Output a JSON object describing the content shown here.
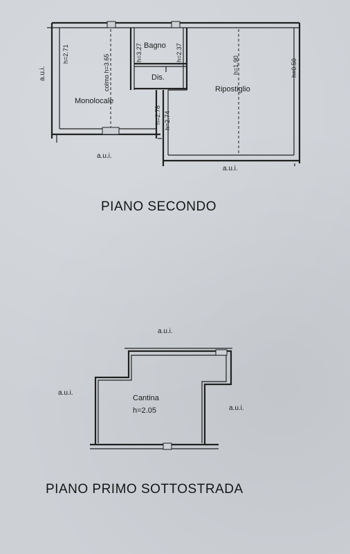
{
  "floors": {
    "upper": {
      "title": "PIANO SECONDO",
      "adjacent_top_left": "a.u.i.",
      "adjacent_bottom_left": "a.u.i.",
      "adjacent_bottom_right": "a.u.i.",
      "rooms": {
        "monolocale": {
          "name": "Monolocale",
          "h_wall": "h=2.71",
          "h_ridge": "colmo h=3.65"
        },
        "bagno": {
          "name": "Bagno",
          "h_left": "h=3.27",
          "h_right": "h=2.37"
        },
        "dis": {
          "name": "Dis."
        },
        "corridor": {
          "h_left": "h=2.78",
          "h_right": "h=2.74"
        },
        "ripostiglio": {
          "name": "Ripostiglio",
          "h_mid": "h=1.90",
          "h_right": "h=0.50"
        }
      }
    },
    "basement": {
      "title": "PIANO PRIMO SOTTOSTRADA",
      "adjacent_top": "a.u.i.",
      "adjacent_left": "a.u.i.",
      "adjacent_right": "a.u.i.",
      "room": {
        "name": "Cantina",
        "height": "h=2.05"
      }
    }
  }
}
